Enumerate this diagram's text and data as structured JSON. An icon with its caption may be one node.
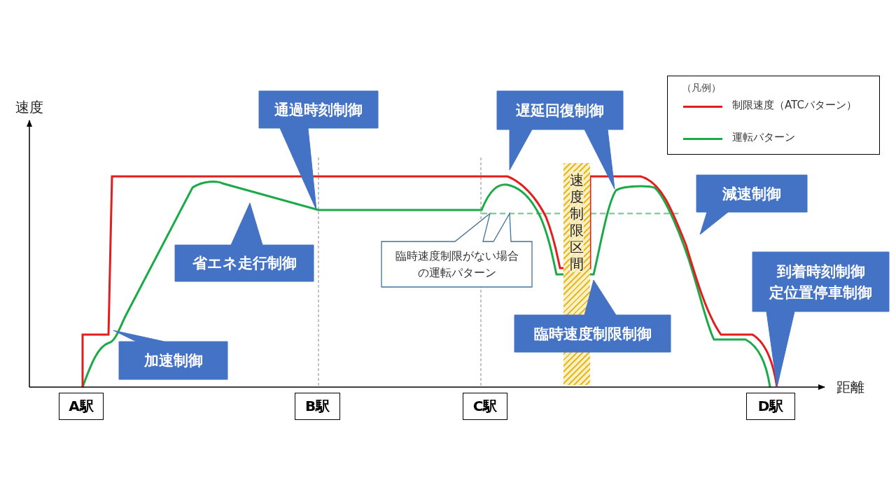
{
  "diagram": {
    "nodes": [
      {
        "text": [
          "通過時刻制御"
        ]
      },
      {
        "text": [
          "遅延回復制御"
        ]
      },
      {
        "text": [
          "減速制御"
        ]
      },
      {
        "text": [
          "省エネ走行制御"
        ]
      },
      {
        "text": [
          "臨時速度制限がない場合の運転パターン"
        ]
      },
      {
        "text": [
          "到着時刻制御",
          "定位置停車制御"
        ]
      },
      {
        "text": [
          "加速制御"
        ]
      },
      {
        "text": [
          "臨時速度制限制御"
        ]
      },
      {
        "text": [
          "速度制限区間"
        ]
      },
      {
        "text": [
          "A駅"
        ]
      },
      {
        "text": [
          "B駅"
        ]
      },
      {
        "text": [
          "C駅"
        ]
      },
      {
        "text": [
          "D駅"
        ]
      }
    ],
    "edges": [],
    "labels": [
      "速度",
      "距離",
      "（凡例）"
    ],
    "legend": [
      {
        "text": "制限速度（ATCパターン）"
      },
      {
        "text": "運転パターン"
      }
    ]
  }
}
